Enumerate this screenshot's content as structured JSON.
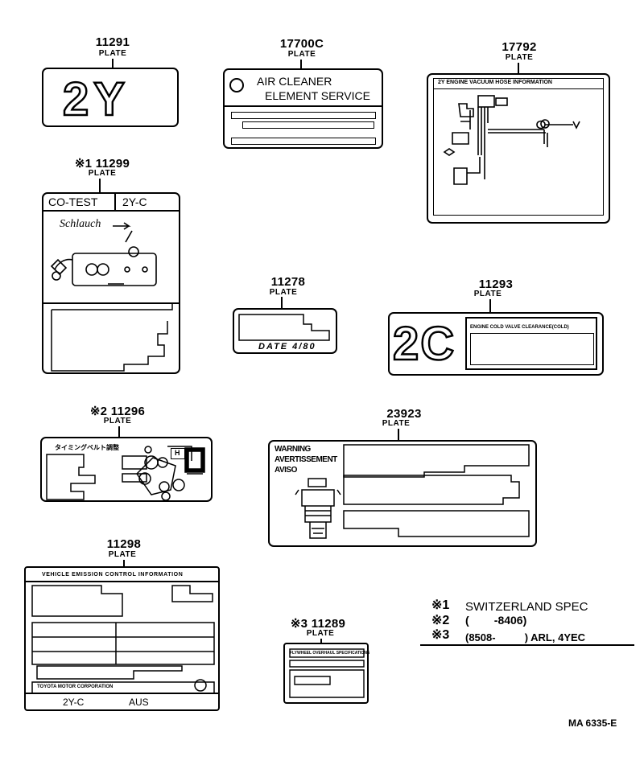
{
  "parts": [
    {
      "id": "p11291",
      "number": "11291",
      "label": "PLATE",
      "text": "2Y"
    },
    {
      "id": "p17700c",
      "number": "17700C",
      "label": "PLATE",
      "line1": "AIR CLEANER",
      "line2": "ELEMENT SERVICE"
    },
    {
      "id": "p17792",
      "number": "17792",
      "label": "PLATE",
      "header": "2Y  ENGINE VACUUM HOSE INFORMATION"
    },
    {
      "id": "p111299",
      "number": "※1 11299",
      "label": "PLATE",
      "cell1": "CO-TEST",
      "cell2": "2Y-C",
      "hose": "Schlauch"
    },
    {
      "id": "p11278",
      "number": "11278",
      "label": "PLATE",
      "date": "DATE 4/80"
    },
    {
      "id": "p11293",
      "number": "11293",
      "label": "PLATE",
      "big": "2C",
      "header": "ENGINE COLD VALVE CLEARANCE(COLD)"
    },
    {
      "id": "p211296",
      "number": "※2 11296",
      "label": "PLATE",
      "header": "タイミングベルト調整",
      "tag": "H"
    },
    {
      "id": "p23923",
      "number": "23923",
      "label": "PLATE",
      "l1": "WARNING",
      "l2": "AVERTISSEMENT",
      "l3": "AVISO"
    },
    {
      "id": "p11298",
      "number": "11298",
      "label": "PLATE",
      "header": "VEHICLE EMISSION CONTROL INFORMATION",
      "maker": "TOYOTA MOTOR CORPORATION",
      "f1": "2Y-C",
      "f2": "AUS"
    },
    {
      "id": "p311289",
      "number": "※3 11289",
      "label": "PLATE",
      "header": "FLYWHEEL OVERHAUL SPECIFICATIONS"
    }
  ],
  "notes": [
    {
      "mark": "※1",
      "text": "SWITZERLAND SPEC"
    },
    {
      "mark": "※2",
      "text": "(        -8406)"
    },
    {
      "mark": "※3",
      "text": "(8508-          ) ARL, 4YEC"
    }
  ],
  "ref": "MA 6335-E"
}
